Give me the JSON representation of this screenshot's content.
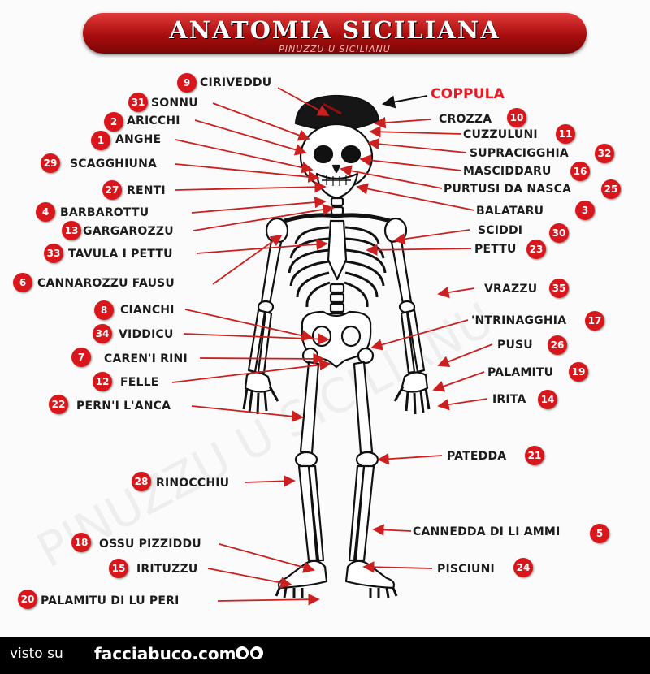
{
  "title": "ANATOMIA SICILIANA",
  "subtitle": "PINUZZU U SICILIANU",
  "watermark": "PINUZZU U SICILIANU",
  "cap_label": "COPPULA",
  "labels": [
    {
      "id": "l9",
      "num": "9",
      "text": "CIRIVEDDU"
    },
    {
      "id": "l31",
      "num": "31",
      "text": "SONNU"
    },
    {
      "id": "l2",
      "num": "2",
      "text": "ARICCHI"
    },
    {
      "id": "l1",
      "num": "1",
      "text": "ANGHE"
    },
    {
      "id": "l29",
      "num": "29",
      "text": "SCAGGHIUNA"
    },
    {
      "id": "l27",
      "num": "27",
      "text": "RENTI"
    },
    {
      "id": "l4",
      "num": "4",
      "text": "BARBAROTTU"
    },
    {
      "id": "l13",
      "num": "13",
      "text": "GARGAROZZU"
    },
    {
      "id": "l33",
      "num": "33",
      "text": "TAVULA I PETTU"
    },
    {
      "id": "l6",
      "num": "6",
      "text": "CANNAROZZU FAUSU"
    },
    {
      "id": "l8",
      "num": "8",
      "text": "CIANCHI"
    },
    {
      "id": "l34",
      "num": "34",
      "text": "VIDDICU"
    },
    {
      "id": "l7",
      "num": "7",
      "text": "CAREN'I RINI"
    },
    {
      "id": "l12",
      "num": "12",
      "text": "FELLE"
    },
    {
      "id": "l22",
      "num": "22",
      "text": "PERN'I L'ANCA"
    },
    {
      "id": "l28",
      "num": "28",
      "text": "RINOCCHIU"
    },
    {
      "id": "l18",
      "num": "18",
      "text": "OSSU PIZZIDDU"
    },
    {
      "id": "l15",
      "num": "15",
      "text": "IRITUZZU"
    },
    {
      "id": "l20",
      "num": "20",
      "text": "PALAMITU DI LU PERI"
    },
    {
      "id": "l10",
      "num": "10",
      "text": "CROZZA"
    },
    {
      "id": "l11",
      "num": "11",
      "text": "CUZZULUNI"
    },
    {
      "id": "l32",
      "num": "32",
      "text": "SUPRACIGGHIA"
    },
    {
      "id": "l16",
      "num": "16",
      "text": "MASCIDDARU"
    },
    {
      "id": "l25",
      "num": "25",
      "text": "PURTUSI DA NASCA"
    },
    {
      "id": "l3",
      "num": "3",
      "text": "BALATARU"
    },
    {
      "id": "l30",
      "num": "30",
      "text": "SCIDDI"
    },
    {
      "id": "l23",
      "num": "23",
      "text": "PETTU"
    },
    {
      "id": "l35",
      "num": "35",
      "text": "VRAZZU"
    },
    {
      "id": "l17",
      "num": "17",
      "text": "'NTRINAGGHIA"
    },
    {
      "id": "l26",
      "num": "26",
      "text": "PUSU"
    },
    {
      "id": "l19",
      "num": "19",
      "text": "PALAMITU"
    },
    {
      "id": "l14",
      "num": "14",
      "text": "IRITA"
    },
    {
      "id": "l21",
      "num": "21",
      "text": "PATEDDA"
    },
    {
      "id": "l5",
      "num": "5",
      "text": "CANNEDDA DI LI AMMI"
    },
    {
      "id": "l24",
      "num": "24",
      "text": "PISCIUNI"
    }
  ],
  "footer": {
    "visto": "visto su",
    "site": "facciabuco.com"
  },
  "colors": {
    "banner": "#b01010",
    "badge": "#d8161c",
    "line": "#cc1f1f",
    "cap": "#e51c23"
  }
}
